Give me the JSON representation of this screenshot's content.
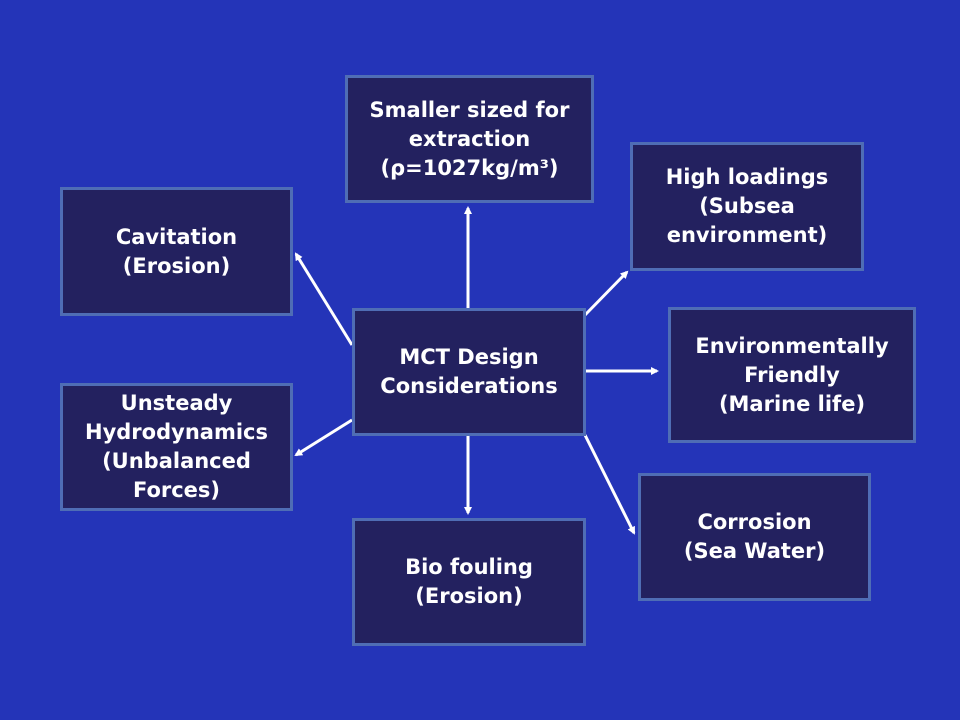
{
  "center": {
    "lines": [
      "MCT Design",
      "Considerations"
    ]
  },
  "nodes": {
    "size": {
      "lines": [
        "Smaller sized for",
        "extraction",
        "(ρ=1027kg/m³)"
      ]
    },
    "loadings": {
      "lines": [
        "High loadings",
        "(Subsea",
        "environment)"
      ]
    },
    "cavitation": {
      "lines": [
        "Cavitation",
        "(Erosion)"
      ]
    },
    "environment": {
      "lines": [
        "Environmentally",
        "Friendly",
        "(Marine life)"
      ]
    },
    "unsteady": {
      "lines": [
        "Unsteady",
        "Hydrodynamics",
        "(Unbalanced",
        "Forces)"
      ]
    },
    "biofouling": {
      "lines": [
        "Bio fouling",
        "(Erosion)"
      ]
    },
    "corrosion": {
      "lines": [
        "Corrosion",
        "(Sea Water)"
      ]
    }
  },
  "colors": {
    "background": "#2434b8",
    "box_fill": "#23215f",
    "box_border": "#4f6db5",
    "arrow": "#ffffff"
  }
}
